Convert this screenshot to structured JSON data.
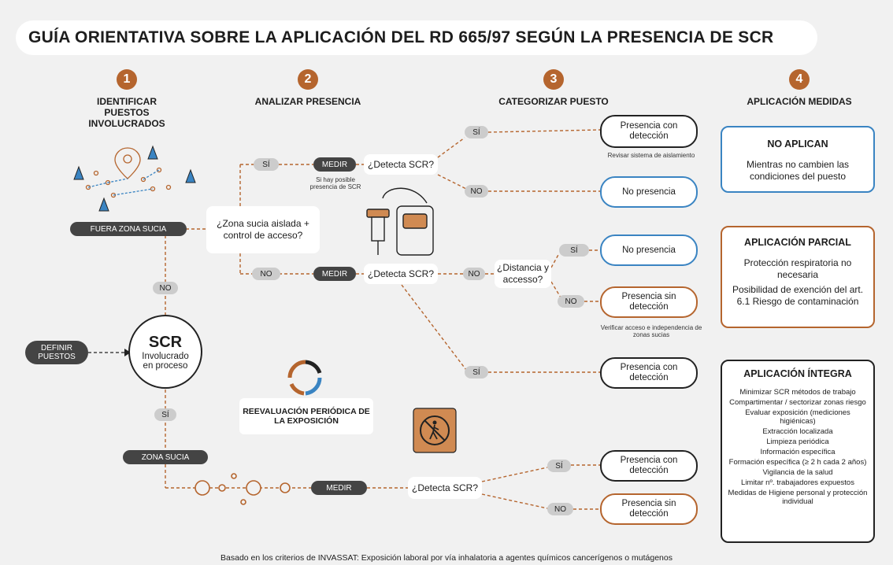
{
  "title": "GUÍA ORIENTATIVA SOBRE LA APLICACIÓN DEL RD 665/97 SEGÚN LA PRESENCIA DE SCR",
  "steps": [
    {
      "num": "1",
      "label": "IDENTIFICAR PUESTOS INVOLUCRADOS"
    },
    {
      "num": "2",
      "label": "ANALIZAR PRESENCIA"
    },
    {
      "num": "3",
      "label": "CATEGORIZAR PUESTO"
    },
    {
      "num": "4",
      "label": "APLICACIÓN MEDIDAS"
    }
  ],
  "left": {
    "fuera_zona": "FUERA ZONA SUCIA",
    "zona_sucia": "ZONA SUCIA",
    "definir": "DEFINIR PUESTOS",
    "scr_title": "SCR",
    "scr_sub": "Involucrado en proceso",
    "no": "NO",
    "si": "SÍ"
  },
  "flow": {
    "question_aislada": "¿Zona sucia aislada + control de acceso?",
    "si": "SÍ",
    "no": "NO",
    "medir": "MEDIR",
    "detecta": "¿Detecta SCR?",
    "posible_note": "Si hay posible presencia de SCR",
    "distancia": "¿Distancia y accesso?",
    "reevaluacion": "REEVALUACIÓN PERIÓDICA DE LA EXPOSICIÓN"
  },
  "results": {
    "presencia_con": "Presencia con detección",
    "no_presencia": "No presencia",
    "presencia_sin": "Presencia sin detección",
    "note_aislamiento": "Revisar sistema de aislamiento",
    "note_verificar": "Verificar acceso e independencia de zonas sucias"
  },
  "measures": {
    "no_aplican": {
      "title": "NO APLICAN",
      "text": "Mientras no cambien las condiciones del puesto"
    },
    "parcial": {
      "title": "APLICACIÓN PARCIAL",
      "line1": "Protección respiratoria no necesaria",
      "line2": "Posibilidad de exención del art. 6.1 Riesgo de contaminación"
    },
    "integra": {
      "title": "APLICACIÓN ÍNTEGRA",
      "items": [
        "Minimizar SCR métodos de trabajo",
        "Compartimentar / sectorizar zonas riesgo",
        "Evaluar exposición (mediciones higiénicas)",
        "Extracción localizada",
        "Limpieza periódica",
        "Información específica",
        "Formación específica (≥ 2 h cada 2 años)",
        "Vigilancia de la salud",
        "Limitar nº. trabajadores expuestos",
        "Medidas de Higiene personal y protección individual"
      ]
    }
  },
  "footer": "Basado en los criterios de INVASSAT: Exposición laboral por vía inhalatoria a agentes químicos cancerígenos o mutágenos",
  "colors": {
    "brown": "#b5652e",
    "blue": "#3a84c2",
    "dark": "#444444",
    "grey": "#cccccc"
  }
}
